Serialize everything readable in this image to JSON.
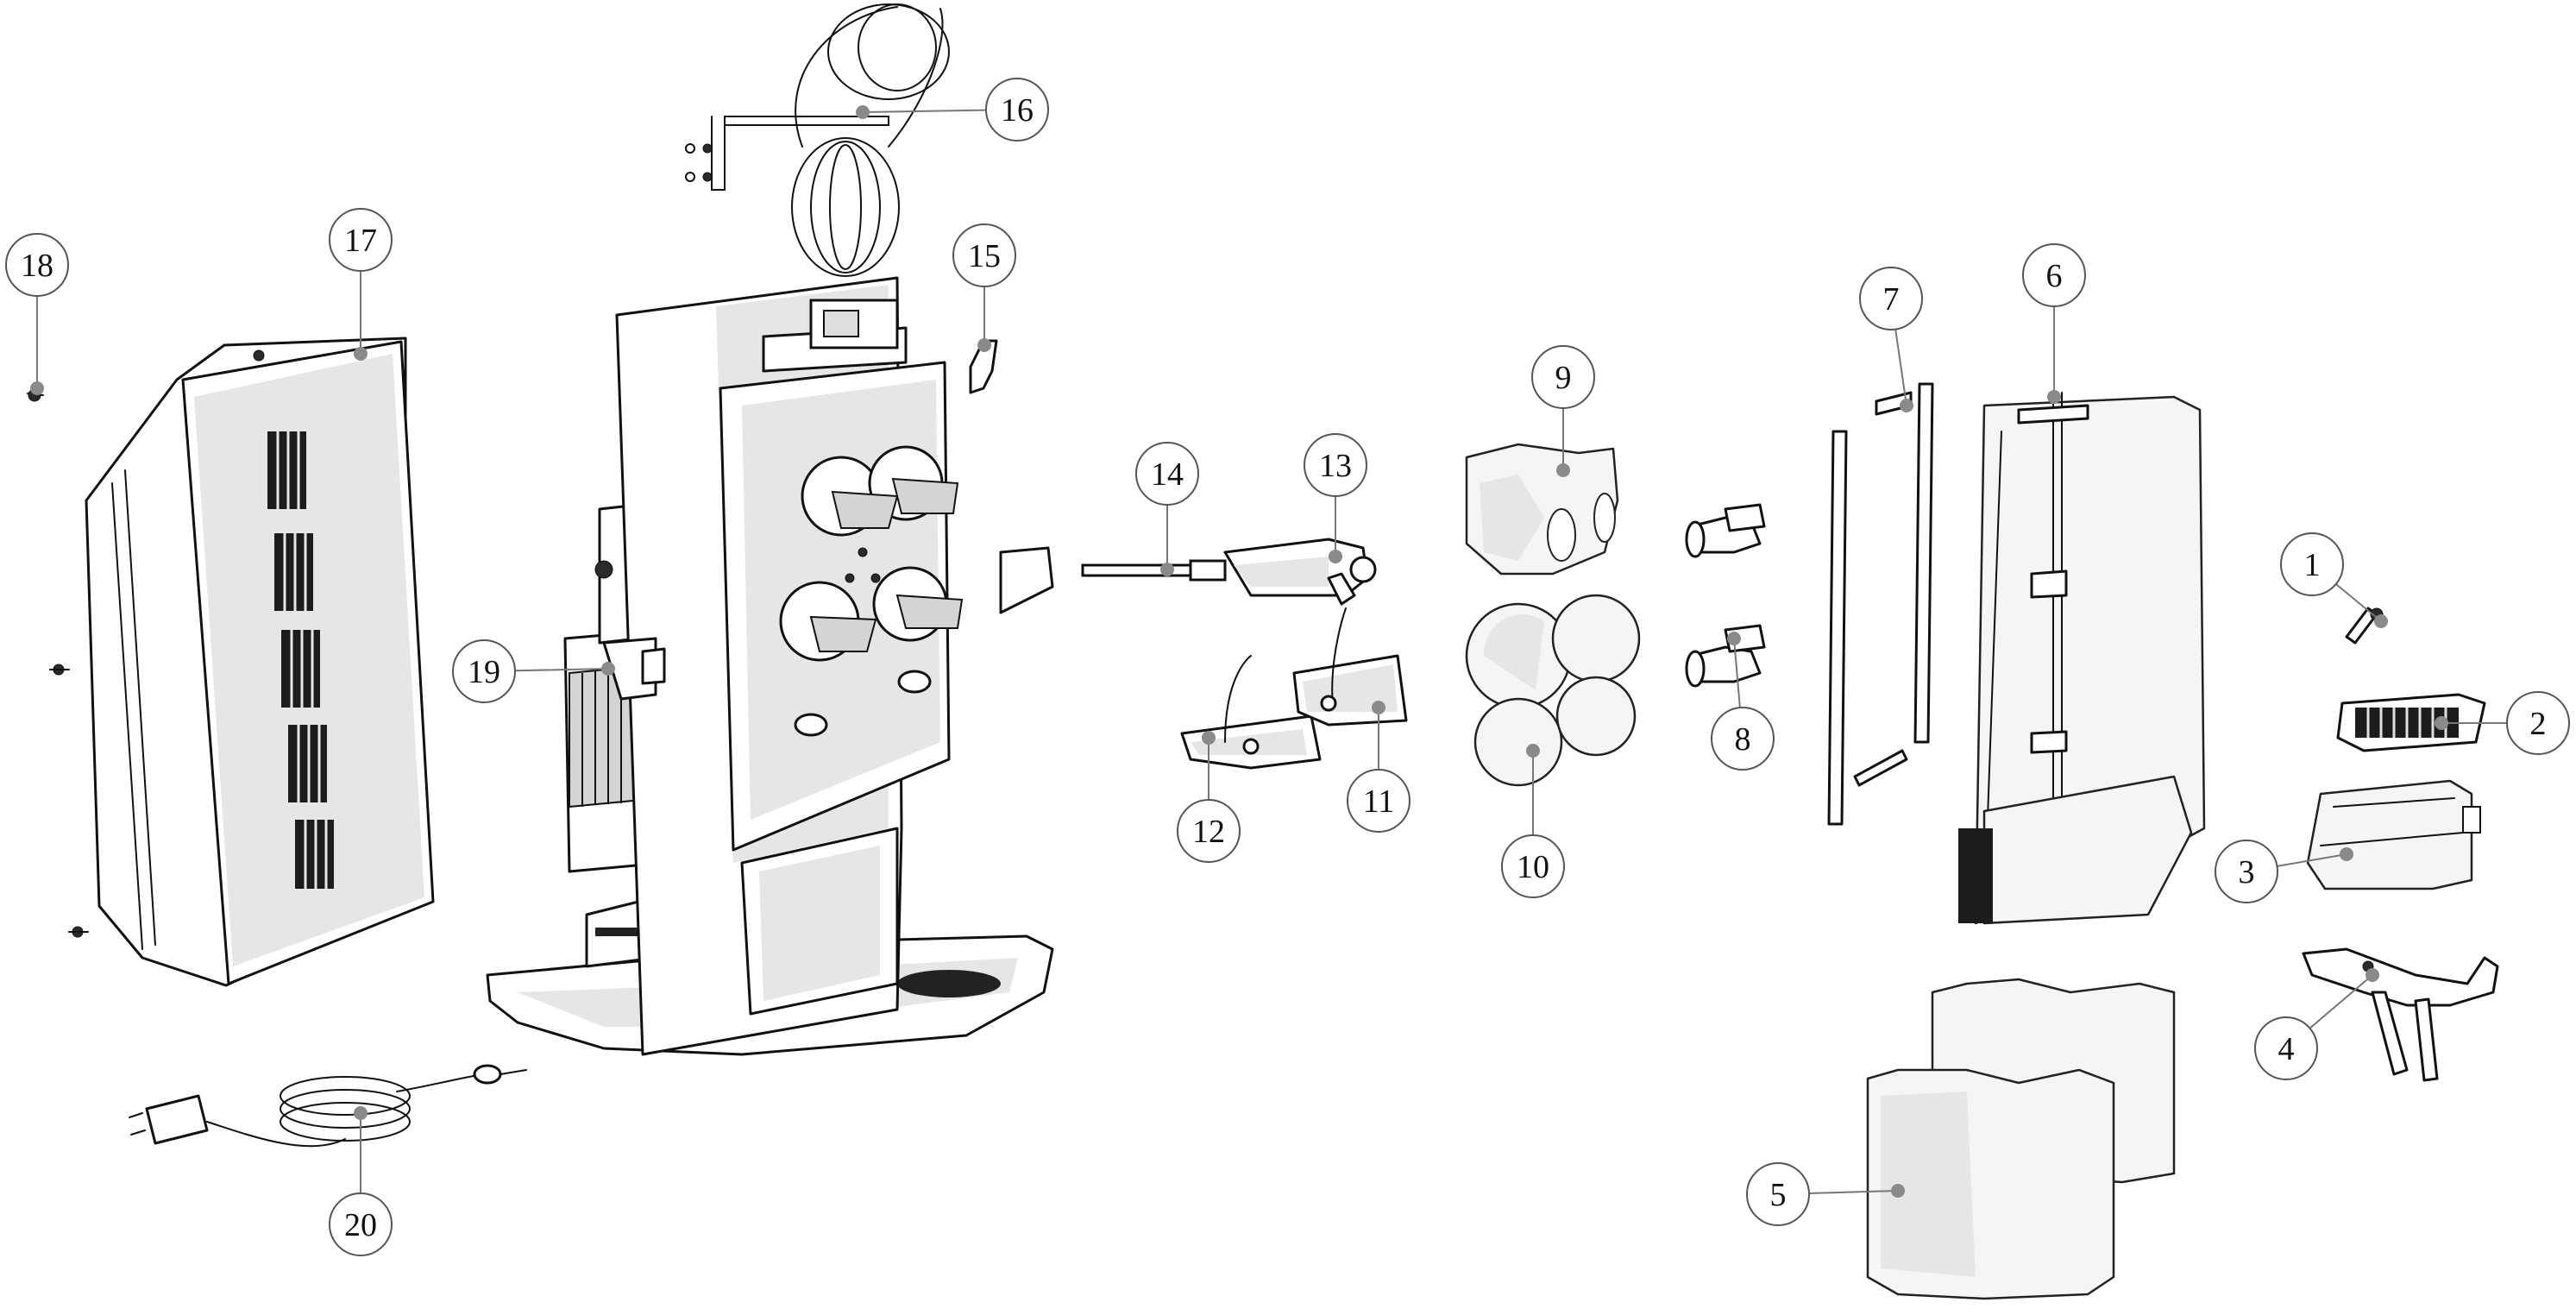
{
  "callouts": [
    {
      "label": "1"
    },
    {
      "label": "2"
    },
    {
      "label": "3"
    },
    {
      "label": "4"
    },
    {
      "label": "5"
    },
    {
      "label": "6"
    },
    {
      "label": "7"
    },
    {
      "label": "8"
    },
    {
      "label": "9"
    },
    {
      "label": "10"
    },
    {
      "label": "11"
    },
    {
      "label": "12"
    },
    {
      "label": "13"
    },
    {
      "label": "14"
    },
    {
      "label": "15"
    },
    {
      "label": "16"
    },
    {
      "label": "17"
    },
    {
      "label": "18"
    },
    {
      "label": "19"
    },
    {
      "label": "20"
    }
  ],
  "style": {
    "background": "#ffffff",
    "line_color": "#111111",
    "callout_stroke": "#555555",
    "callout_dot": "#8a8a8a",
    "shade_color": "#e6e6e6"
  }
}
